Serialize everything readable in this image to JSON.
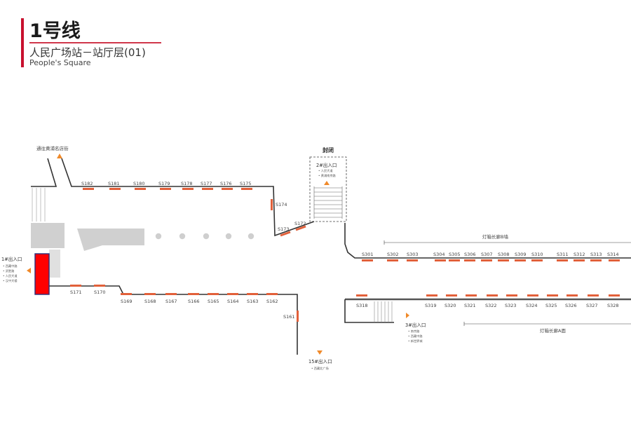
{
  "header": {
    "line": "1号线",
    "station_cn": "人民广场站－站厅层(01)",
    "station_en": "People's Square"
  },
  "colors": {
    "accent": "#c8102e",
    "door": "#e2603a",
    "exit_arrow": "#f08a2a",
    "wall": "#333333",
    "block": "#d0d0d0",
    "highlight_fill": "#ff0000",
    "highlight_border": "#2b2f7a"
  },
  "labels": {
    "top_left_pass": "通往黄浦名店街",
    "closed": "封闭",
    "corridor_upper": "灯箱长廊B墙",
    "corridor_lower": "灯箱长廊A面"
  },
  "exits": {
    "exit1": {
      "title": "1#出入口",
      "lines": [
        "• 西藏中路",
        "• 武胜路",
        "• 人民大道",
        "• 汉中大楼"
      ]
    },
    "exit2": {
      "title": "2#出入口",
      "lines": [
        "• 人民大道",
        "• 黄浦南京路"
      ]
    },
    "exit3": {
      "title": "3#出入口",
      "lines": [
        "• 南京路",
        "• 西藏中路",
        "• 新世界城"
      ]
    },
    "exit15": {
      "title": "15#出入口",
      "lines": [
        "• 西藏北广场"
      ]
    }
  },
  "stands": {
    "top_left": [
      "S182",
      "S181",
      "S180",
      "S179",
      "S178",
      "S177",
      "S176",
      "S175"
    ],
    "s174": "S174",
    "s173": "S173",
    "s172": "S172",
    "lower_left": [
      "S171",
      "S170"
    ],
    "lower_mid": [
      "S169",
      "S168",
      "S167",
      "S166",
      "S165",
      "S164",
      "S163",
      "S162"
    ],
    "s161": "S161",
    "right_upper": [
      "S301",
      "S302",
      "S303",
      "S304",
      "S305",
      "S306",
      "S307",
      "S308",
      "S309",
      "S310",
      "S311",
      "S312",
      "S313",
      "S314"
    ],
    "right_lower": [
      "S318",
      "S319",
      "S320",
      "S321",
      "S322",
      "S323",
      "S324",
      "S325",
      "S326",
      "S327",
      "S328"
    ]
  }
}
